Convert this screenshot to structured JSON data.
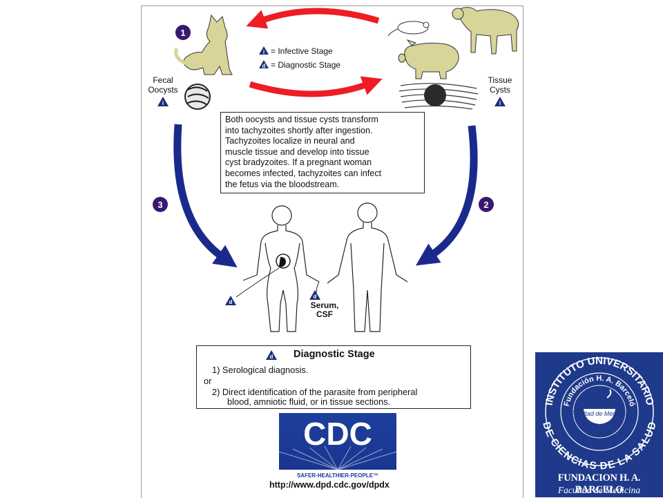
{
  "diagram": {
    "steps": [
      "1",
      "2",
      "3"
    ],
    "legend": {
      "infective_symbol": "i",
      "infective_label": "= Infective Stage",
      "diagnostic_symbol": "d",
      "diagnostic_label": "= Diagnostic Stage"
    },
    "fecal_label": [
      "Fecal",
      "Oocysts"
    ],
    "tissue_label": [
      "Tissue",
      "Cysts"
    ],
    "serum_label": [
      "Serum,",
      "CSF"
    ],
    "transform_text": [
      "Both oocysts and tissue cysts transform",
      "into tachyzoites shortly after ingestion.",
      "Tachyzoites localize in neural and",
      "muscle tissue and develop into tissue",
      "cyst bradyzoites. If a pregnant woman",
      "becomes infected, tachyzoites can infect",
      "the fetus via the bloodstream."
    ],
    "diagnostic_box": {
      "title": "Diagnostic Stage",
      "line1": "1) Serological diagnosis.",
      "or": "or",
      "line2": "2) Direct identification of the parasite from peripheral",
      "line3": "blood, amniotic fluid, or in tissue sections."
    },
    "cdc": {
      "logo_text": "CDC",
      "tagline": "SAFER·HEALTHIER·PEOPLE™"
    },
    "url": "http://www.dpd.cdc.gov/dpdx"
  },
  "institution": {
    "ring_top": "INSTITUTO UNIVERSITARIO",
    "ring_bottom": "DE CIENCIAS DE LA SALUD",
    "inner_ring": "Fundación H. A. Barceló",
    "center": "Facultad de Medicina",
    "name": "FUNDACION H. A. BARCELO",
    "subtitle": "Facultad de Medicina"
  },
  "colors": {
    "red_arrow": "#ee1c24",
    "blue_arrow": "#1a2a8c",
    "step_circle": "#3a1870",
    "triangle": "#1a2f7a",
    "animal": "#d8d49a",
    "logo_bg": "#1f3a8a"
  }
}
